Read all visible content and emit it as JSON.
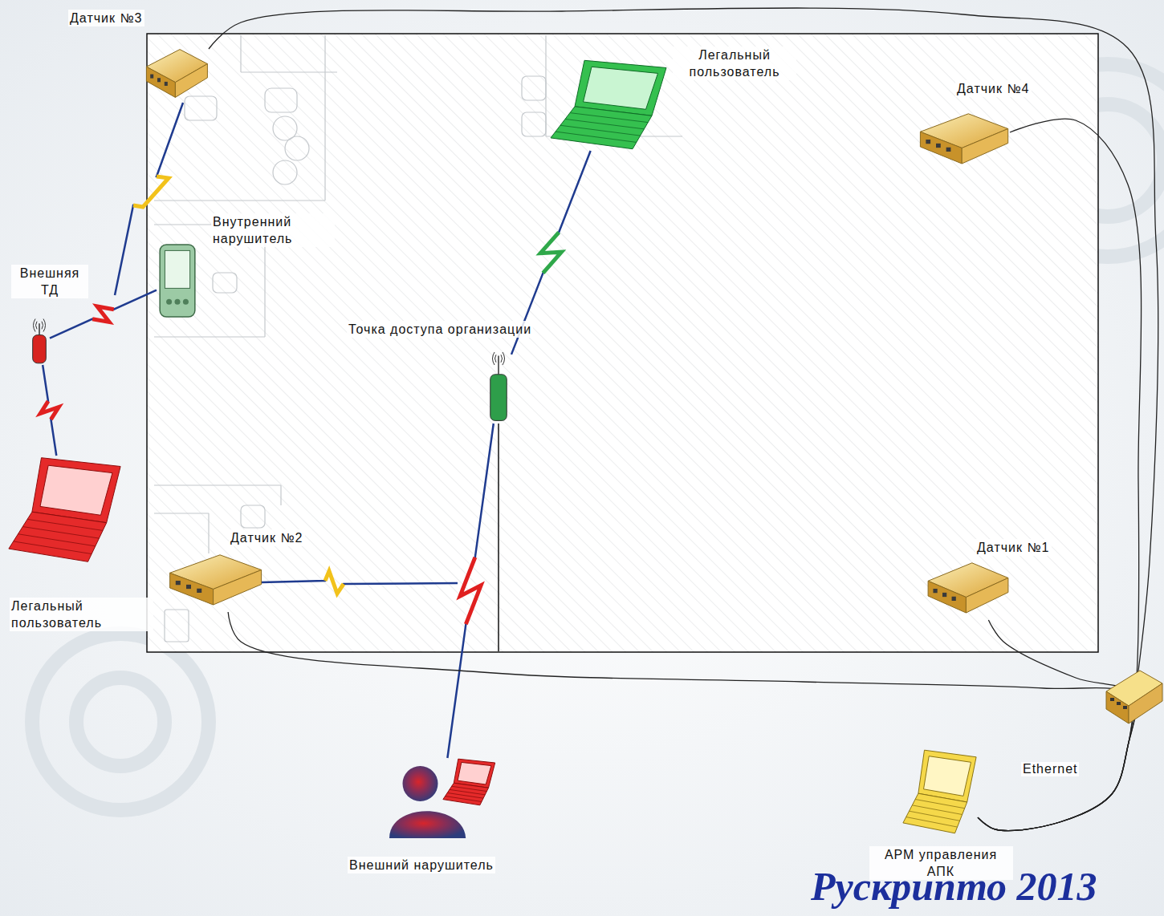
{
  "diagram": {
    "nodes": [
      {
        "text": [
          "Датчик №3"
        ]
      },
      {
        "text": [
          "Легальный пользователь"
        ]
      },
      {
        "text": [
          "Датчик №4"
        ]
      },
      {
        "text": [
          "Внутренний нарушитель"
        ]
      },
      {
        "text": [
          "Внешняя ТД"
        ]
      },
      {
        "text": [
          "Точка доступа организации"
        ]
      },
      {
        "text": [
          "Датчик №2"
        ]
      },
      {
        "text": [
          "Датчик №1"
        ]
      },
      {
        "text": [
          "Легальный пользователь"
        ]
      },
      {
        "text": [
          "Внешний нарушитель"
        ]
      },
      {
        "text": [
          "АРМ управления АПК"
        ]
      }
    ],
    "edges": [
      {
        "from": 3,
        "to": 4,
        "arrow": "none"
      },
      {
        "from": 4,
        "to": 8,
        "arrow": "none"
      },
      {
        "from": 1,
        "to": 5,
        "arrow": "none"
      },
      {
        "from": 5,
        "to": 9,
        "arrow": "none"
      },
      {
        "from": 0,
        "to": 10,
        "arrow": "none"
      },
      {
        "from": 2,
        "to": 10,
        "arrow": "none"
      },
      {
        "from": 7,
        "to": 10,
        "arrow": "none"
      },
      {
        "from": 6,
        "to": 10,
        "arrow": "none"
      }
    ],
    "labels": [
      "Ethernet",
      "Рускрипто 2013"
    ]
  }
}
